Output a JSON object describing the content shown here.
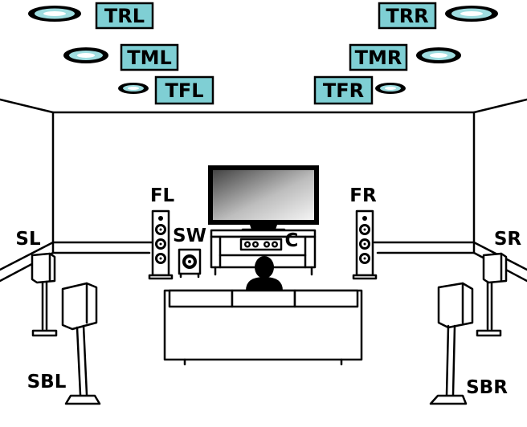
{
  "ceiling_labels": {
    "trl": "TRL",
    "trr": "TRR",
    "tml": "TML",
    "tmr": "TMR",
    "tfl": "TFL",
    "tfr": "TFR"
  },
  "floor_labels": {
    "fl": "FL",
    "fr": "FR",
    "sw": "SW",
    "c": "C",
    "sl": "SL",
    "sr": "SR",
    "sbl": "SBL",
    "sbr": "SBR"
  },
  "colors": {
    "label_box": "#7fcfd4",
    "speaker_ring": "#9fdde0"
  }
}
